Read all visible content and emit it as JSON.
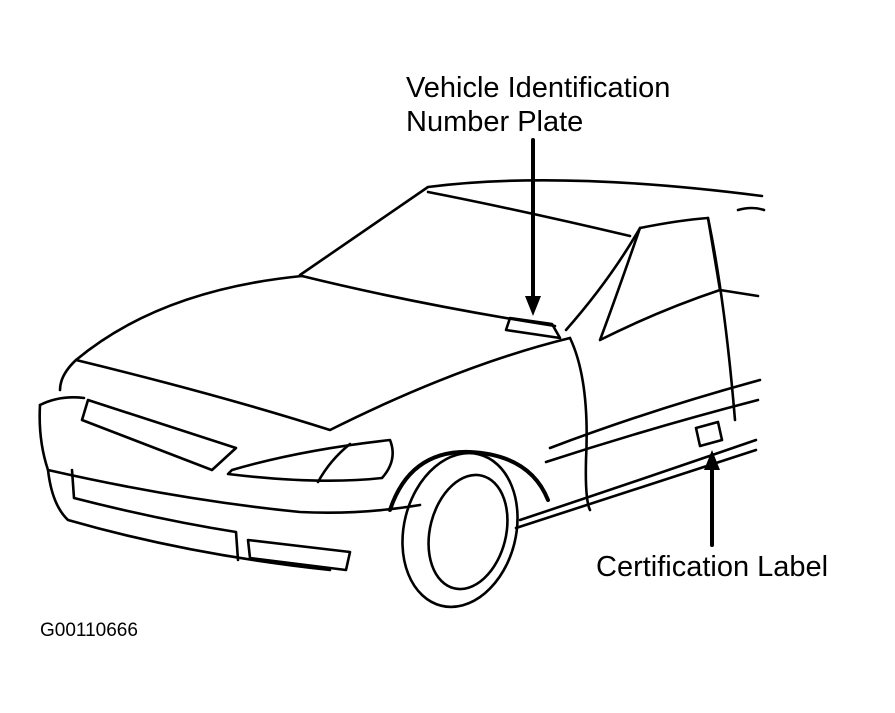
{
  "callouts": {
    "vin_plate_line1": "Vehicle Identification",
    "vin_plate_line2": "Number Plate",
    "certification_label": "Certification Label"
  },
  "figure_id": "G00110666"
}
